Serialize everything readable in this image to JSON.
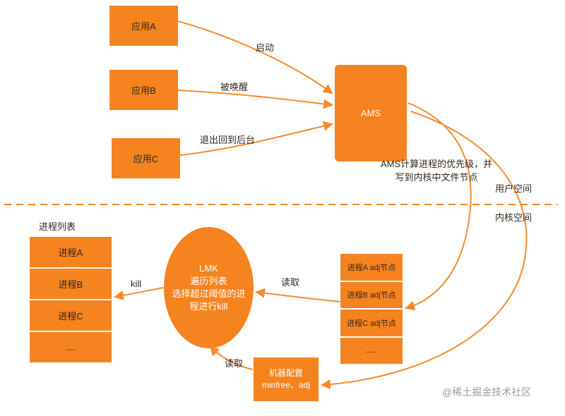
{
  "diagram": {
    "apps": [
      {
        "label": "应用A"
      },
      {
        "label": "应用B"
      },
      {
        "label": "应用C"
      }
    ],
    "ams_label": "AMS",
    "edges": {
      "launch": "启动",
      "wake": "被唤醒",
      "exit": "退出回到后台",
      "kill": "kill",
      "read_adj": "读取",
      "read_config": "读取"
    },
    "annotation": {
      "line1": "AMS计算进程的优先级，并",
      "line2": "写到内核中文件节点"
    },
    "user_space": "用户空间",
    "kernel_space": "内核空间",
    "process_list": {
      "title": "进程列表",
      "rows": [
        "进程A",
        "进程B",
        "进程C",
        "...."
      ]
    },
    "lmk": {
      "line1": "LMK",
      "line2": "遍历列表",
      "line3": "选择超过阈值的进",
      "line4": "程进行kill"
    },
    "adj_nodes": {
      "rows": [
        "进程A adj节点",
        "进程B adj节点",
        "进程C adj节点",
        "....."
      ]
    },
    "machine_config": {
      "line1": "机器配置",
      "line2": "minfree、adj"
    },
    "watermark": "@稀土掘金技术社区",
    "colors": {
      "accent": "#F5831F",
      "arrow": "#F68B2E",
      "text_dark": "#33271d",
      "text_light": "#FFFFFF",
      "watermark": "#9B9B9B"
    }
  }
}
